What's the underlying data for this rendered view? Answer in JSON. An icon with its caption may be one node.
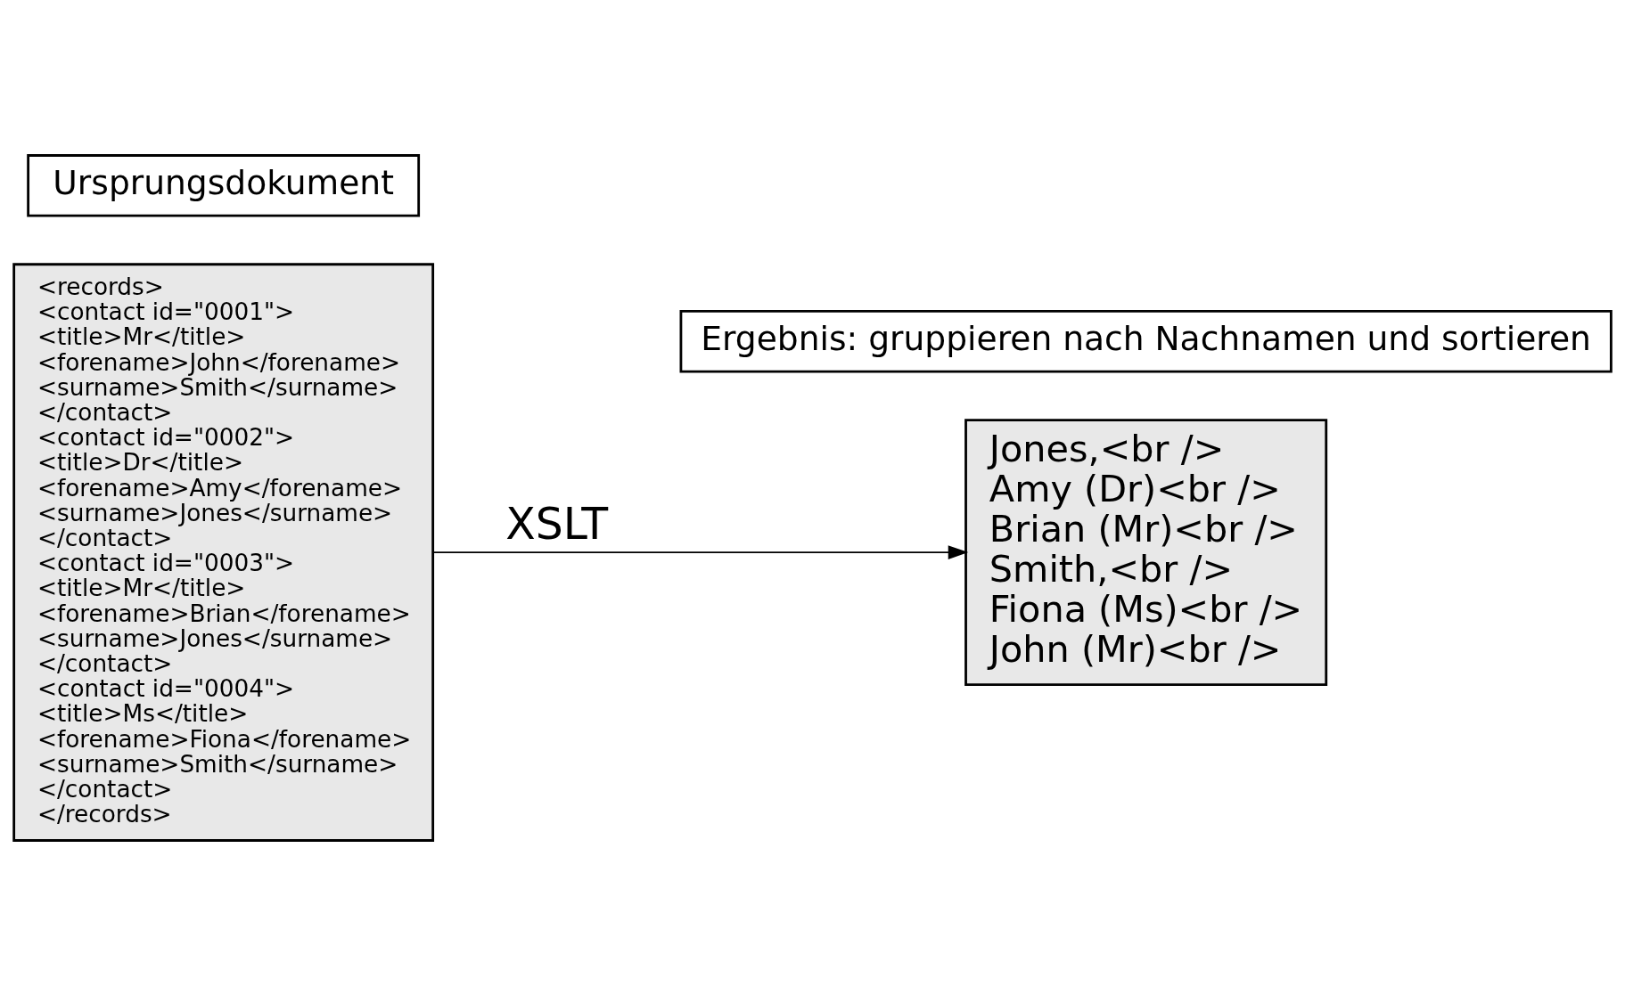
{
  "diagram": {
    "nodes": [
      {
        "text": [
          "<records>",
          "<contact id=\"0001\">",
          "<title>Mr</title>",
          "<forename>John</forename>",
          "<surname>Smith</surname>",
          "</contact>",
          "<contact id=\"0002\">",
          "<title>Dr</title>",
          "<forename>Amy</forename>",
          "<surname>Jones</surname>",
          "</contact>",
          "<contact id=\"0003\">",
          "<title>Mr</title>",
          "<forename>Brian</forename>",
          "<surname>Jones</surname>",
          "</contact>",
          "<contact id=\"0004\">",
          "<title>Ms</title>",
          "<forename>Fiona</forename>",
          "<surname>Smith</surname>",
          "</contact>",
          "</records>"
        ]
      },
      {
        "text": [
          "Ursprungsdokument"
        ]
      },
      {
        "text": [
          "Jones,<br />",
          "Amy (Dr)<br />",
          "Brian (Mr)<br />",
          "Smith,<br />",
          "Fiona (Ms)<br />",
          "John (Mr)<br />"
        ]
      },
      {
        "text": [
          "Ergebnis: gruppieren nach Nachnamen und sortieren"
        ]
      }
    ],
    "edges": [
      {
        "from": 0,
        "to": 2,
        "arrow": "to",
        "label": "XSLT"
      }
    ]
  }
}
